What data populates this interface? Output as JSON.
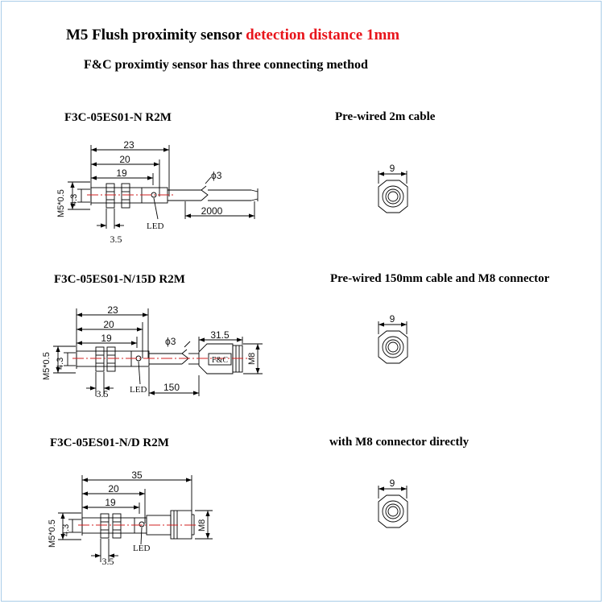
{
  "header": {
    "title_main": "M5 Flush proximity sensor ",
    "title_highlight": "detection distance 1mm",
    "subtitle": "F&C  proximtiy sensor has three connecting method"
  },
  "colors": {
    "highlight": "#e8141b",
    "centerline": "#d22020",
    "line": "#000000"
  },
  "sections": [
    {
      "model": "F3C-05ES01-N R2M",
      "connection": "Pre-wired 2m cable",
      "dims": {
        "thread": "M5*0.5",
        "dia": "4.3",
        "d23": "23",
        "d20": "20",
        "d19": "19",
        "nut": "3.5",
        "cable_dia": "ϕ3",
        "cable_len": "2000",
        "led": "LED",
        "hex": "9"
      }
    },
    {
      "model": "F3C-05ES01-N/15D R2M",
      "connection": "Pre-wired 150mm cable and M8 connector",
      "dims": {
        "thread": "M5*0.5",
        "dia": "4.3",
        "d23": "23",
        "d20": "20",
        "d19": "19",
        "nut": "3.5",
        "cable_dia": "ϕ3",
        "cable_len": "150",
        "conn_len": "31.5",
        "conn_label": "F&C",
        "conn_thread": "M8",
        "led": "LED",
        "hex": "9"
      }
    },
    {
      "model": "F3C-05ES01-N/D R2M",
      "connection": "with M8 connector directly",
      "dims": {
        "thread": "M5*0.5",
        "dia": "4.3",
        "d35": "35",
        "d20": "20",
        "d19": "19",
        "nut": "3.5",
        "conn_thread": "M8",
        "led": "LED",
        "hex": "9"
      }
    }
  ]
}
